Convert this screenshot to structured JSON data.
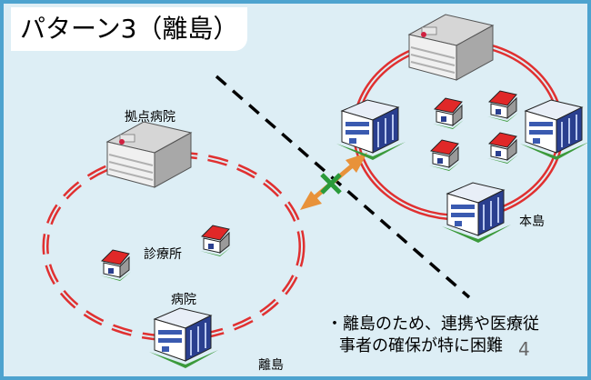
{
  "slide": {
    "title": "パターン3（離島）",
    "page_number": "4"
  },
  "labels": {
    "base_hospital": "拠点病院",
    "clinic": "診療所",
    "hospital": "病院",
    "remote_island": "離島",
    "main_island": "本島"
  },
  "note": {
    "bullet": "・",
    "line1": "離島のため、連携や医療従",
    "line2": "事者の確保が特に困難"
  },
  "colors": {
    "background": "#ddeef5",
    "frame": "#4da3cf",
    "ring": "#e03030",
    "arrow": "#e8923a",
    "cross": "#2a9a3a",
    "house_roof": "#e02828"
  }
}
